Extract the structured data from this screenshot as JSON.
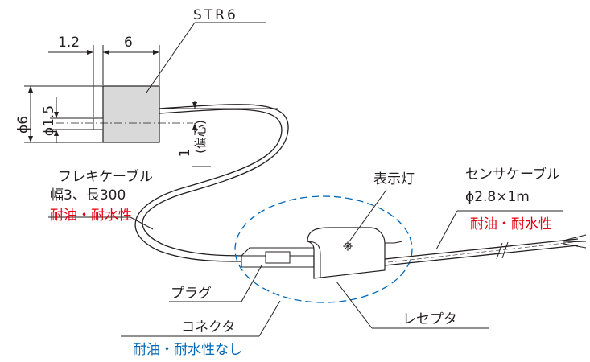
{
  "labels": {
    "model": "STR6",
    "dim_1_2": "1.2",
    "dim_6_len": "6",
    "dim_phi6": "ϕ6",
    "dim_phi1_5": "ϕ1.5",
    "dim_offset": "1",
    "offset_note": "(偏心)",
    "flex_cable_1": "フレキケーブル",
    "flex_cable_2": "幅3、長300",
    "flex_oil": "耐油・耐水性",
    "indicator": "表示灯",
    "sensor_cable_1": "センサケーブル",
    "sensor_cable_2": "ϕ2.8×1m",
    "sensor_oil": "耐油・耐水性",
    "plug": "プラグ",
    "receptacle": "レセプタ",
    "connector": "コネクタ",
    "connector_note": "耐油・耐水性なし"
  },
  "colors": {
    "line": "#231f20",
    "red": "#e60012",
    "blue": "#0068b7",
    "body_fill": "#d9d9d9"
  }
}
